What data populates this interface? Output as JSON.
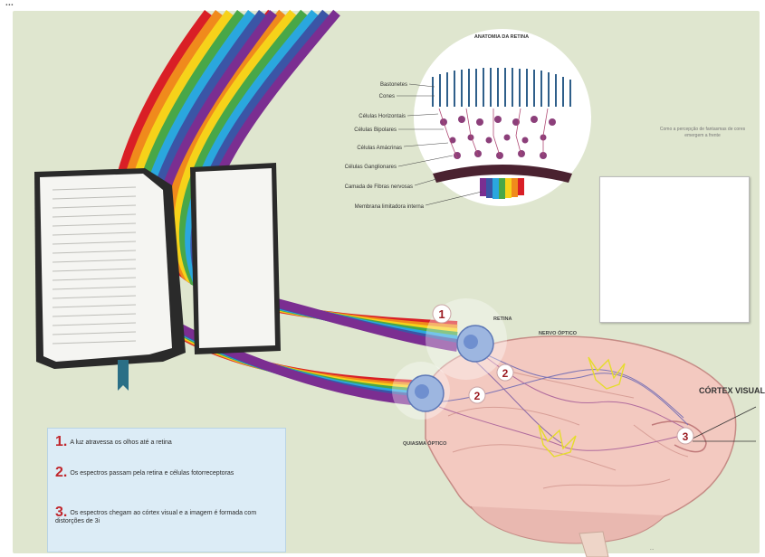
{
  "header_text": "...",
  "retina_title": "ANATOMIA DA RETINA",
  "retina_layers": [
    "Bastonetes",
    "Cones",
    "Células Horizontais",
    "Células Bipolares",
    "Células Amácrinas",
    "Células Ganglionares",
    "Camada de Fibras nervosas",
    "Membrana limitadora interna"
  ],
  "brain_labels": {
    "retina": "RETINA",
    "optic_nerve": "NERVO ÓPTICO",
    "optic_chiasm": "QUIASMA ÓPTICO",
    "visual_cortex": "CÓRTEX VISUAL"
  },
  "markers": [
    "1",
    "2",
    "2",
    "3"
  ],
  "note_text": "Como a percepção de fantasmas de cores emergem a frente",
  "steps": [
    {
      "number": "1.",
      "text": "A luz atravessa os olhos até a retina"
    },
    {
      "number": "2.",
      "text": "Os espectros passam pela retina e células fotorreceptoras"
    },
    {
      "number": "3.",
      "text": "Os espectros chegam ao córtex visual e a imagem é formada com distorções de 3i"
    }
  ],
  "credit_text": "...",
  "colors": {
    "background": "#dfe6cf",
    "rainbow": [
      "#d91f26",
      "#f08a1c",
      "#f6d21a",
      "#48a748",
      "#2aa7de",
      "#3b55a6",
      "#7b2e91"
    ],
    "marker_fill": "#ffffff",
    "marker_text": "#9b1c22",
    "brain": "#f3c9c0",
    "steps_box": "#dcecf6"
  },
  "icons": [
    "open-book",
    "eye",
    "brain",
    "retina-cells",
    "wavy-pattern-card"
  ]
}
